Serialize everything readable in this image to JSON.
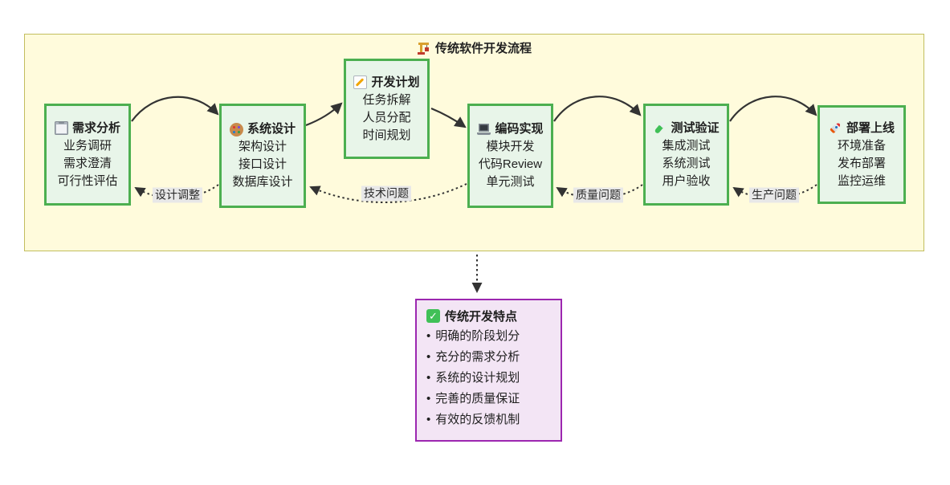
{
  "diagram": {
    "title": {
      "icon": "crane-icon",
      "text": "传统软件开发流程"
    },
    "nodes": [
      {
        "icon": "clipboard-icon",
        "title": "需求分析",
        "lines": [
          "业务调研",
          "需求澄清",
          "可行性评估"
        ]
      },
      {
        "icon": "palette-icon",
        "title": "系统设计",
        "lines": [
          "架构设计",
          "接口设计",
          "数据库设计"
        ]
      },
      {
        "icon": "memo-icon",
        "title": "开发计划",
        "lines": [
          "任务拆解",
          "人员分配",
          "时间规划"
        ]
      },
      {
        "icon": "laptop-icon",
        "title": "编码实现",
        "lines": [
          "模块开发",
          "代码Review",
          "单元测试"
        ]
      },
      {
        "icon": "test-tube-icon",
        "title": "测试验证",
        "lines": [
          "集成测试",
          "系统测试",
          "用户验收"
        ]
      },
      {
        "icon": "rocket-icon",
        "title": "部署上线",
        "lines": [
          "环境准备",
          "发布部署",
          "监控运维"
        ]
      }
    ],
    "feedback_labels": {
      "design_adjust": "设计调整",
      "tech_issue": "技术问题",
      "quality_issue": "质量问题",
      "production_issue": "生产问题"
    },
    "features": {
      "icon": "check-icon",
      "title": "传统开发特点",
      "items": [
        "明确的阶段划分",
        "充分的需求分析",
        "系统的设计规划",
        "完善的质量保证",
        "有效的反馈机制"
      ]
    },
    "colors": {
      "container_bg": "#FFFBDC",
      "container_border": "#C2BD5E",
      "node_bg": "#E8F5E9",
      "node_border": "#4CAF50",
      "features_bg": "#F3E5F5",
      "features_border": "#9C27B0",
      "arrow": "#333333",
      "edge_label_bg": "#E8E8E8"
    }
  }
}
